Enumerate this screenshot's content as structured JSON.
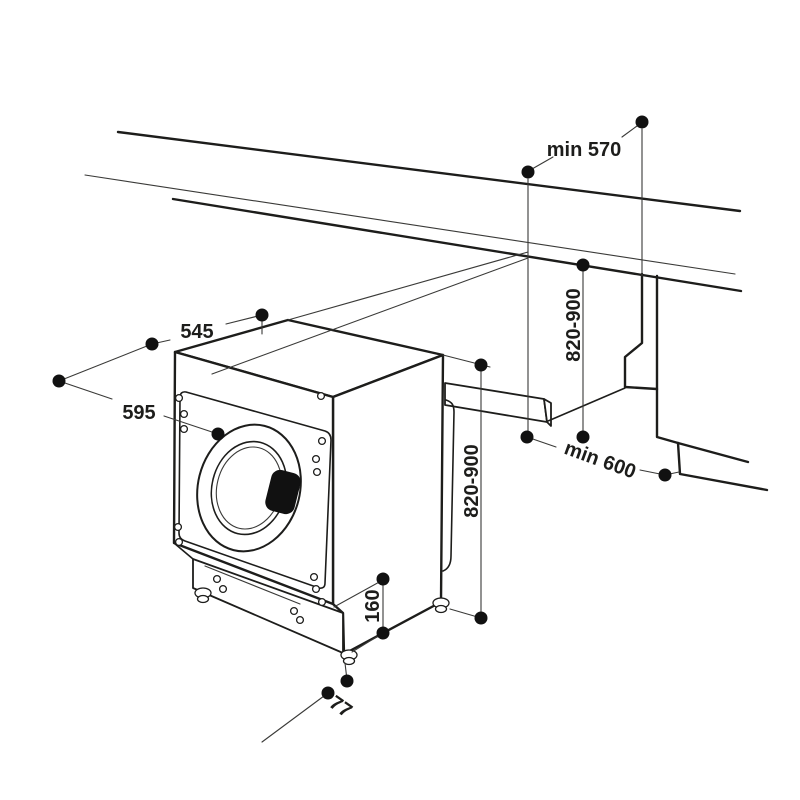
{
  "page": {
    "background_color": "#ffffff",
    "line_color": "#1d1d1b"
  },
  "diagram": {
    "kind": "installation-dimension-drawing",
    "subject": "built-in front-loading washing machine in a kitchen niche",
    "unit_system": "millimetres",
    "labels": {
      "worktop_min_depth": "min 570",
      "niche_height": "820-900",
      "machine_height": "820-900",
      "machine_top_depth": "545",
      "machine_width": "595",
      "base_min_depth": "min 600",
      "plinth_height": "160",
      "foot_height": "77"
    }
  }
}
